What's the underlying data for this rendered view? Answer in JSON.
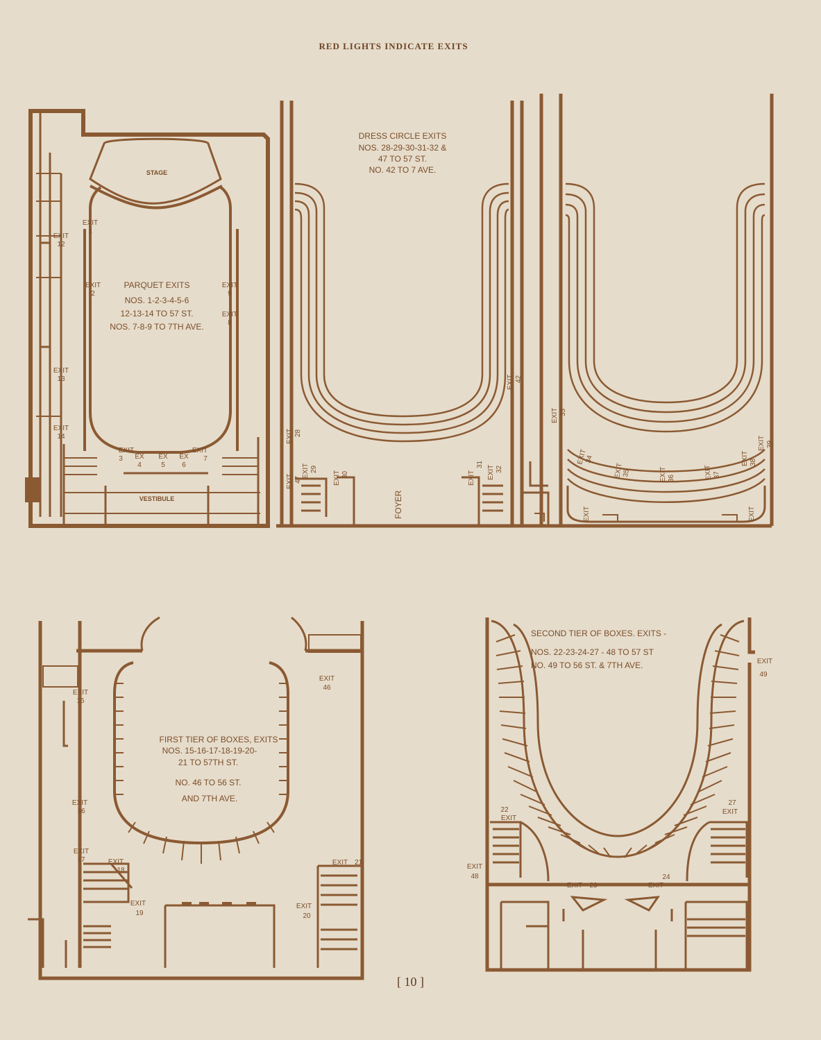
{
  "header": "RED LIGHTS INDICATE EXITS",
  "page_number": "[ 10 ]",
  "colors": {
    "paper": "#e6dccb",
    "ink": "#8a5a33"
  },
  "parquet": {
    "stage": "STAGE",
    "vestibule": "VESTIBULE",
    "lines": [
      "PARQUET EXITS",
      "NOS. 1-2-3-4-5-6",
      "12-13-14 TO 57 ST.",
      "NOS. 7-8-9 TO 7TH AVE."
    ],
    "exits": [
      {
        "t": "EXIT",
        "n": "1"
      },
      {
        "t": "EXIT",
        "n": "12"
      },
      {
        "t": "EXIT",
        "n": "2"
      },
      {
        "t": "EXIT",
        "n": "9"
      },
      {
        "t": "EXIT",
        "n": "8"
      },
      {
        "t": "EXIT",
        "n": "13"
      },
      {
        "t": "EXIT",
        "n": "14"
      },
      {
        "t": "EXIT",
        "n": "3"
      },
      {
        "t": "EX",
        "n": "4"
      },
      {
        "t": "EX",
        "n": "5"
      },
      {
        "t": "EX",
        "n": "6"
      },
      {
        "t": "EXIT",
        "n": "7"
      }
    ]
  },
  "dress_circle": {
    "lines": [
      "DRESS CIRCLE EXITS",
      "NOS. 28-29-30-31-32 &",
      "47 TO 57 ST.",
      "NO. 42 TO 7 AVE."
    ],
    "foyer": "FOYER",
    "exits": [
      {
        "t": "EXIT",
        "n": "28"
      },
      {
        "t": "EXIT",
        "n": "47"
      },
      {
        "t": "EXIT",
        "n": "29"
      },
      {
        "t": "EXIT",
        "n": "30"
      },
      {
        "t": "EXIT",
        "n": "31"
      },
      {
        "t": "EXIT",
        "n": "32"
      },
      {
        "t": "EXIT",
        "n": "42"
      }
    ]
  },
  "balcony": {
    "exits": [
      {
        "t": "EXIT",
        "n": "33"
      },
      {
        "t": "EXIT",
        "n": "34"
      },
      {
        "t": "EXIT",
        "n": "35"
      },
      {
        "t": "EXIT",
        "n": "36"
      },
      {
        "t": "EXIT",
        "n": "37"
      },
      {
        "t": "EXIT",
        "n": "38"
      },
      {
        "t": "EXIT",
        "n": "39"
      },
      {
        "t": "EXIT",
        "n": ""
      },
      {
        "t": "EXIT",
        "n": ""
      }
    ]
  },
  "first_tier": {
    "lines": [
      "FIRST TIER OF BOXES, EXITS",
      "NOS. 15-16-17-18-19-20-",
      "21 TO 57TH ST.",
      "NO. 46 TO 56 ST.",
      "AND 7TH AVE."
    ],
    "exits": [
      {
        "t": "EXIT",
        "n": "15"
      },
      {
        "t": "EXIT",
        "n": "16"
      },
      {
        "t": "EXIT",
        "n": "17"
      },
      {
        "t": "EXIT",
        "n": "18"
      },
      {
        "t": "EXIT",
        "n": "19"
      },
      {
        "t": "EXIT",
        "n": "20"
      },
      {
        "t": "EXIT",
        "n": "21"
      },
      {
        "t": "EXIT",
        "n": "46"
      }
    ]
  },
  "second_tier": {
    "lines": [
      "SECOND TIER OF BOXES. EXITS -",
      "NOS. 22-23-24-27 - 48 TO 57 ST",
      "NO. 49 TO 56 ST. & 7TH AVE."
    ],
    "exits": [
      {
        "t": "EXIT",
        "n": "49"
      },
      {
        "t": "EXIT",
        "n": "22"
      },
      {
        "t": "EXIT",
        "n": "27"
      },
      {
        "t": "EXIT",
        "n": "48"
      },
      {
        "t": "EXIT",
        "n": "23"
      },
      {
        "t": "EXIT",
        "n": "24"
      }
    ]
  }
}
